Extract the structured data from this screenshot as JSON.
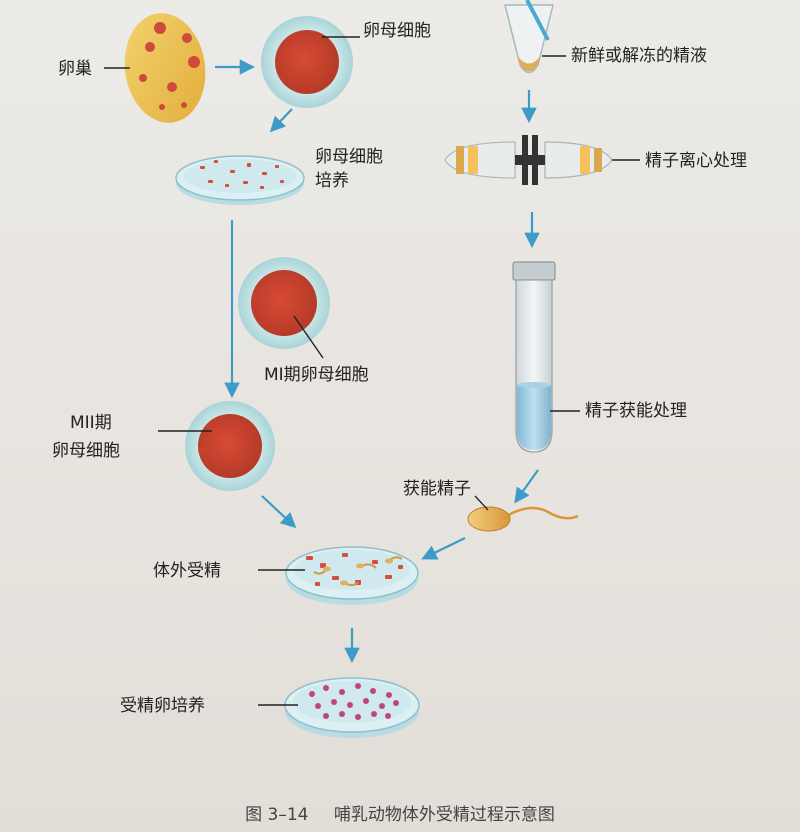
{
  "labels": {
    "ovary": "卵巢",
    "oocyte": "卵母细胞",
    "oocyte_culture_line1": "卵母细胞",
    "oocyte_culture_line2": "培养",
    "mi_oocyte": "MI期卵母细胞",
    "mii_oocyte_line1": "MII期",
    "mii_oocyte_line2": "卵母细胞",
    "fresh_semen": "新鲜或解冻的精液",
    "sperm_centrifuge": "精子离心处理",
    "sperm_capacitation": "精子获能处理",
    "capacitated_sperm": "获能精子",
    "ivf": "体外受精",
    "zygote_culture": "受精卵培养"
  },
  "caption": {
    "figure_number": "图 3–14",
    "title": "哺乳动物体外受精过程示意图"
  },
  "colors": {
    "arrow": "#3d9bc7",
    "egg": "#c8422f",
    "zona": "#bfe2e6",
    "dish": "#d5ecf0",
    "ovary": "#ebbf4e"
  }
}
